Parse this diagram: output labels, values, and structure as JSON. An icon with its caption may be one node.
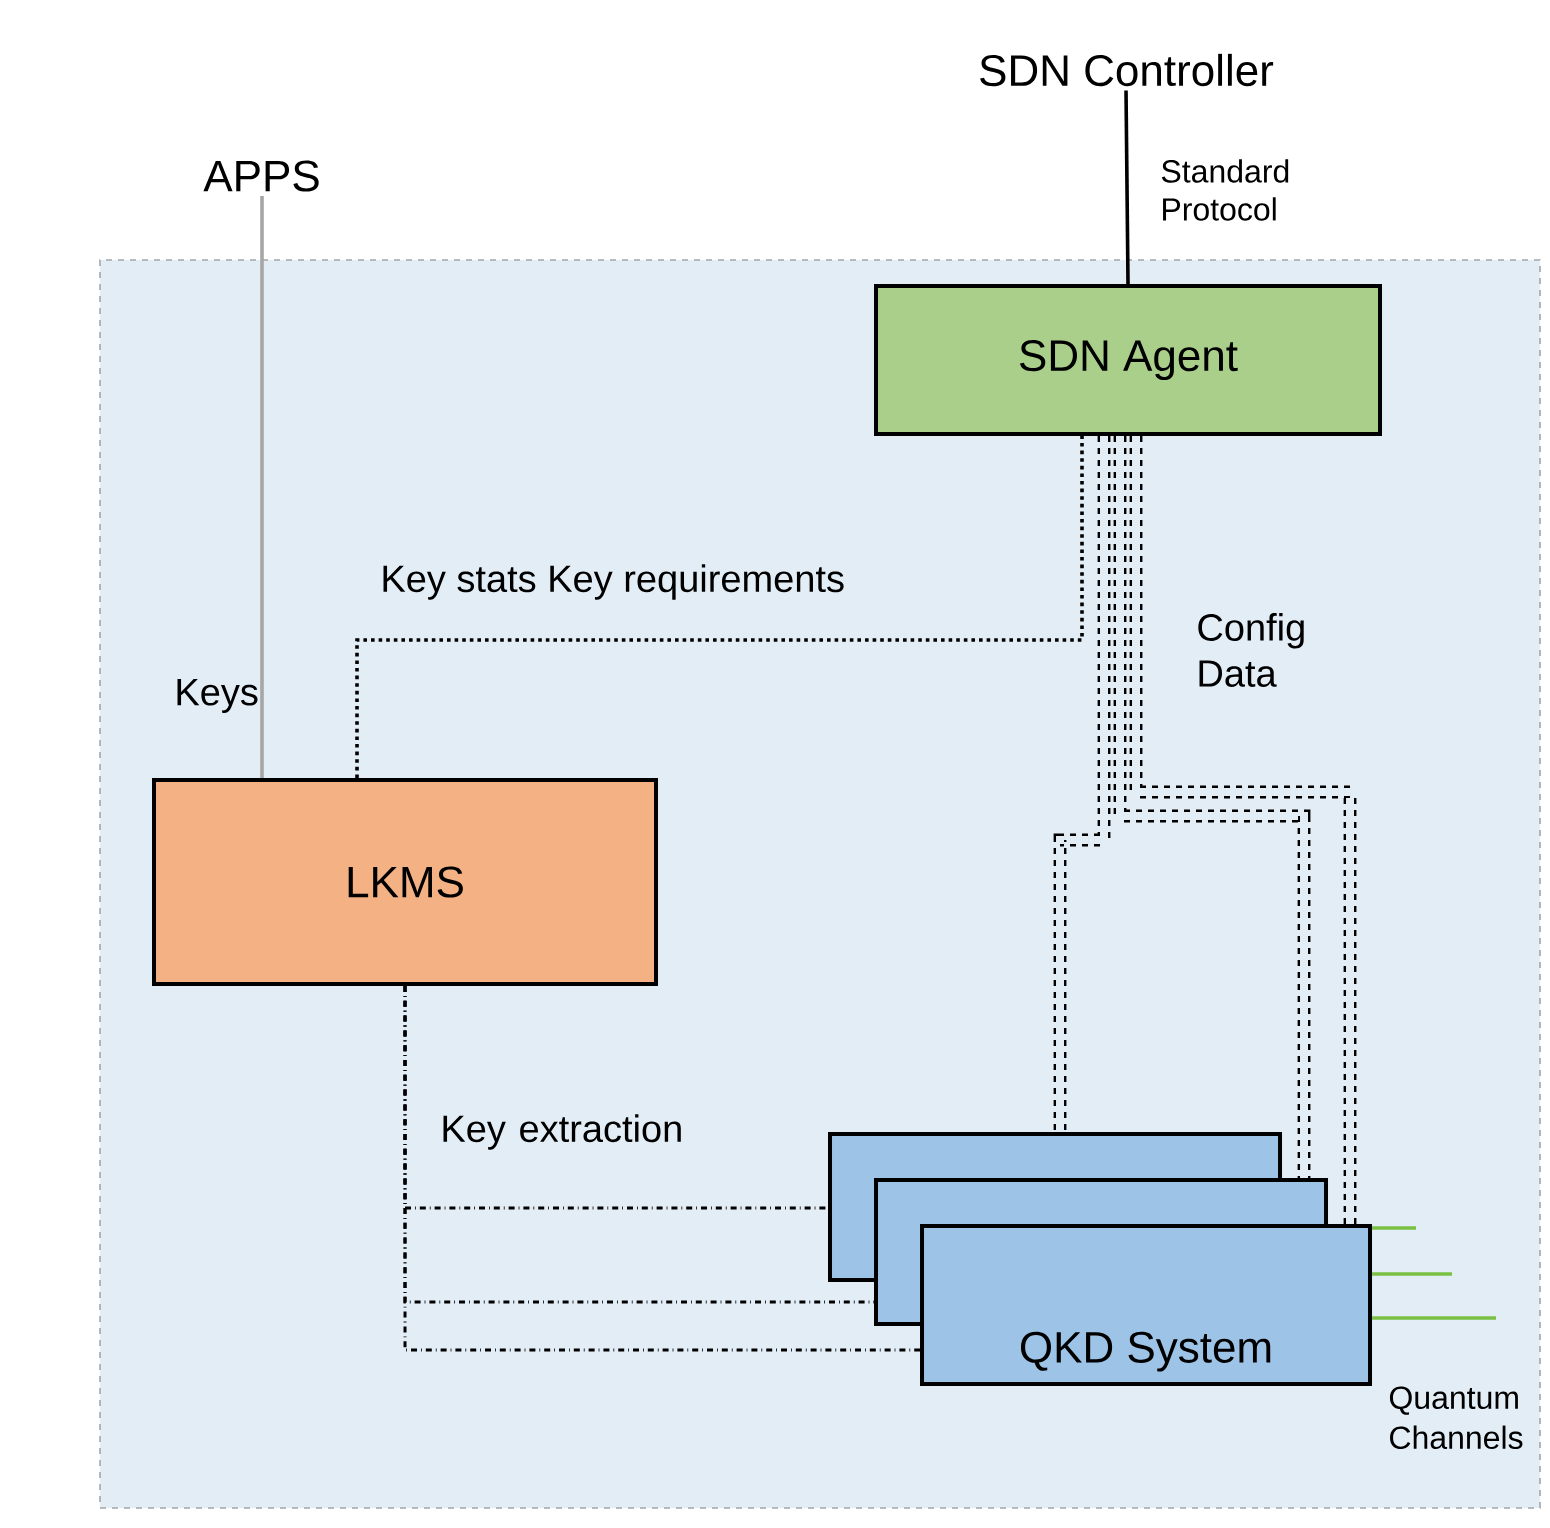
{
  "diagram": {
    "nodes": [
      {
        "text": [],
        "shape": "box"
      },
      {
        "text": [
          "SDN Controller"
        ]
      },
      {
        "text": [
          "APPS"
        ]
      },
      {
        "text": [
          "SDN Agent"
        ],
        "in": 0
      },
      {
        "text": [
          "LKMS"
        ],
        "in": 0
      },
      {
        "text": [],
        "shape": "box",
        "in": 0
      },
      {
        "text": [],
        "shape": "box",
        "in": 0
      },
      {
        "text": [
          "QKD System"
        ],
        "in": 0
      }
    ],
    "edges": [
      {
        "from": 1,
        "to": 3,
        "arrow": "none",
        "label": "Standard Protocol"
      },
      {
        "from": 2,
        "to": 4,
        "arrow": "none",
        "label": "Keys",
        "color": "#a6a6a6"
      },
      {
        "from": 4,
        "to": 3,
        "arrow": "none",
        "label": "Key stats Key requirements",
        "style": "dashed"
      },
      {
        "from": 3,
        "to": 5,
        "arrow": "none",
        "label": "Config Data",
        "style": "dashed"
      },
      {
        "from": 3,
        "to": 6,
        "arrow": "none",
        "style": "dashed"
      },
      {
        "from": 3,
        "to": 7,
        "arrow": "none",
        "style": "dashed"
      },
      {
        "from": 4,
        "to": 5,
        "arrow": "none",
        "label": "Key extraction",
        "style": "dashed"
      },
      {
        "from": 4,
        "to": 6,
        "arrow": "none",
        "style": "dashed"
      },
      {
        "from": 4,
        "to": 7,
        "arrow": "none",
        "style": "dashed"
      },
      {
        "from": 7,
        "to": null,
        "arrow": "none",
        "color": "#7ac143"
      },
      {
        "from": 7,
        "to": null,
        "arrow": "none",
        "color": "#7ac143"
      },
      {
        "from": 7,
        "to": null,
        "arrow": "none",
        "color": "#7ac143"
      }
    ],
    "labels": [
      "Quantum Channels"
    ]
  }
}
